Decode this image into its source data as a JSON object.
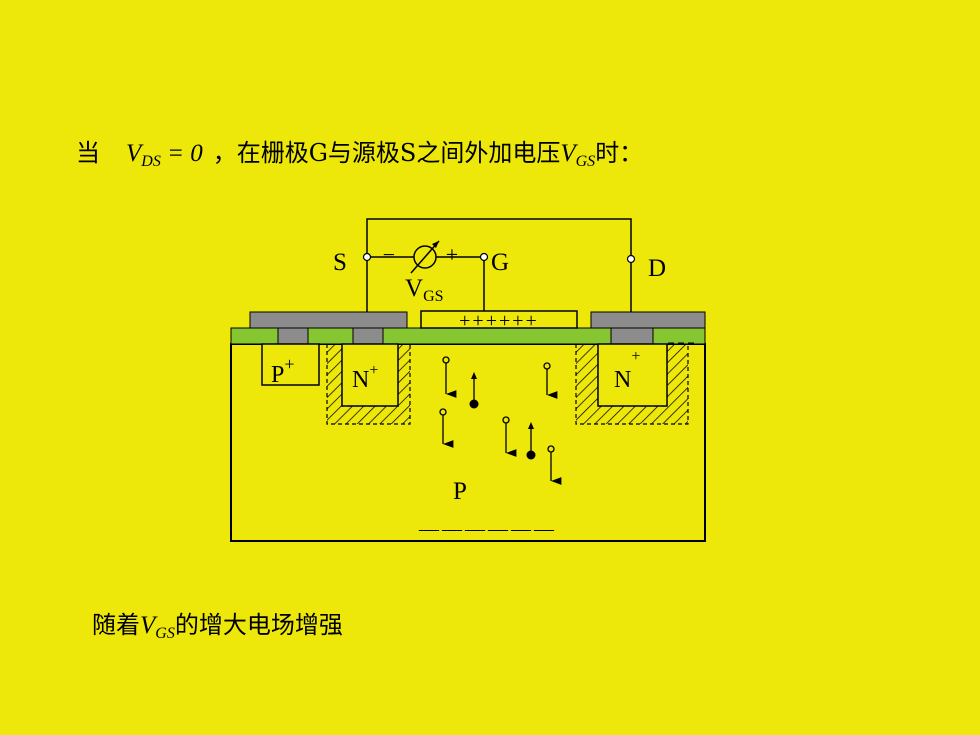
{
  "intro": {
    "prefix": "当",
    "vds_symbol": "V",
    "vds_sub": "DS",
    "equals_zero": " = 0",
    "comma": "，",
    "text_mid": "在栅极G与源极S之间外加电压",
    "vgs_symbol": "V",
    "vgs_sub": "GS",
    "suffix": "时："
  },
  "diagram": {
    "source_label": "S",
    "gate_label": "G",
    "drain_label": "D",
    "supply_minus": "−",
    "supply_plus": "+",
    "vgs_label": "V",
    "vgs_label_sub": "GS",
    "gate_charges": "++++++",
    "p_plus_label": "P",
    "p_plus_sup": "+",
    "n_plus_left_label": "N",
    "n_plus_left_sup": "+",
    "n_plus_right_label": "N",
    "n_plus_right_sup": "+",
    "substrate_label": "P",
    "substrate_charges": "——————",
    "colors": {
      "background": "#ede80a",
      "oxide": "#86c631",
      "metal": "#8c8c8c"
    }
  },
  "conclusion": {
    "prefix": "随着",
    "vgs_symbol": "V",
    "vgs_sub": "GS",
    "suffix": "的增大电场增强"
  }
}
